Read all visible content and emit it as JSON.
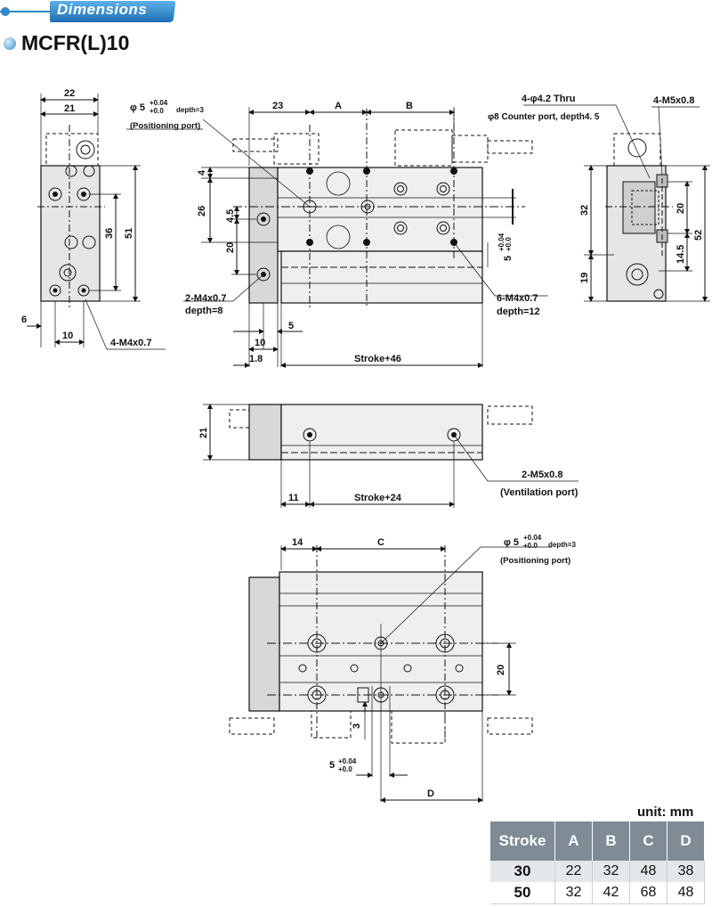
{
  "header": {
    "section_title": "Dimensions",
    "model": "MCFR(L)10"
  },
  "colors": {
    "banner": "#2f86c8",
    "table_header": "#7f8c95",
    "table_row_alt": "#e4e8eb"
  },
  "labels": {
    "dim22": "22",
    "dim21": "21",
    "dim36": "36",
    "dim51": "51",
    "dim6": "6",
    "dim10a": "10",
    "m4x07_4": "4-M4x0.7",
    "phi5": "φ 5",
    "tol": "+0.04",
    "tol0": "+0.0",
    "depth3": "depth=3",
    "pos_port": "(Positioning port)",
    "dim23": "23",
    "colA": "A",
    "colB": "B",
    "dim4": "4",
    "dim26": "26",
    "dim45": "4.5",
    "dim20a": "20",
    "m4x07_2": "2-M4x0.7",
    "depth8": "depth=8",
    "dim5a": "5",
    "dim10b": "10",
    "dim18": "1.8",
    "stroke46": "Stroke+46",
    "m4x07_6": "6-M4x0.7",
    "depth12": "depth=12",
    "dim5tol": "5",
    "thru": "4-φ4.2 Thru",
    "cbore": "φ8 Counter port, depth4. 5",
    "m5x08_4": "4-M5x0.8",
    "dim32": "32",
    "dim20b": "20",
    "dim52": "52",
    "dim145": "14.5",
    "dim19": "19",
    "dim21b": "21",
    "m5x08_2": "2-M5x0.8",
    "vent": "(Ventilation port)",
    "dim11": "11",
    "stroke24": "Stroke+24",
    "dim14": "14",
    "colC": "C",
    "dim20c": "20",
    "dim3": "3",
    "dim5b": "5",
    "colD": "D"
  },
  "table": {
    "unit": "unit: mm",
    "headers": [
      "Stroke",
      "A",
      "B",
      "C",
      "D"
    ],
    "rows": [
      [
        "30",
        "22",
        "32",
        "48",
        "38"
      ],
      [
        "50",
        "32",
        "42",
        "68",
        "48"
      ]
    ]
  }
}
